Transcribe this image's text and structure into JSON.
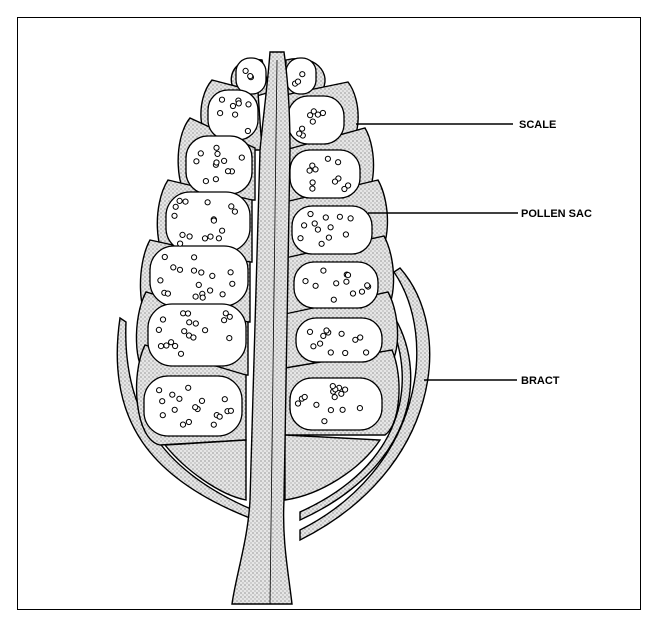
{
  "diagram": {
    "labels": {
      "scale": "SCALE",
      "pollen_sac": "POLLEN SAC",
      "bract": "BRACT"
    },
    "colors": {
      "ink": "#000000",
      "background": "#ffffff",
      "stipple": "#d9d9d9"
    }
  }
}
